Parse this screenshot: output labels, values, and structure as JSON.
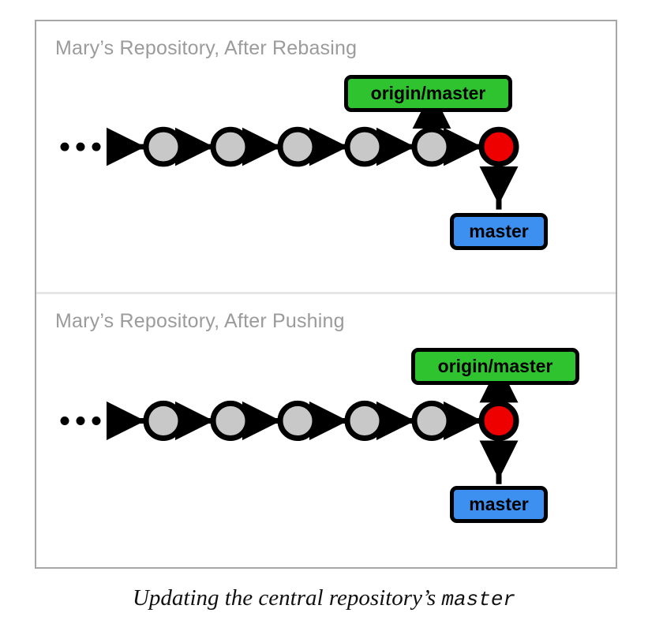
{
  "figure": {
    "caption_prefix": "Updating the central repository’s ",
    "caption_mono": "master",
    "frame_border_color": "#a6a6a6",
    "divider_color": "#e6e6e6",
    "background": "#ffffff"
  },
  "colors": {
    "commit_gray_fill": "#c8c8c8",
    "commit_red_fill": "#ee0000",
    "commit_stroke": "#000000",
    "origin_badge_bg": "#2fc32f",
    "master_badge_bg": "#3d90ef",
    "title_text": "#9b9b9b",
    "arrow": "#000000"
  },
  "panels": [
    {
      "id": "rebasing",
      "title": "Mary’s Repository, After Rebasing",
      "origin_badge": {
        "label": "origin/master",
        "points_to_commit_index": 4
      },
      "master_badge": {
        "label": "master",
        "points_to_commit_index": 5
      },
      "ellipsis": "•••",
      "commits": [
        {
          "index": 0,
          "color": "gray"
        },
        {
          "index": 1,
          "color": "gray"
        },
        {
          "index": 2,
          "color": "gray"
        },
        {
          "index": 3,
          "color": "gray"
        },
        {
          "index": 4,
          "color": "gray"
        },
        {
          "index": 5,
          "color": "red"
        }
      ]
    },
    {
      "id": "pushing",
      "title": "Mary’s Repository, After Pushing",
      "origin_badge": {
        "label": "origin/master",
        "points_to_commit_index": 5
      },
      "master_badge": {
        "label": "master",
        "points_to_commit_index": 5
      },
      "ellipsis": "•••",
      "commits": [
        {
          "index": 0,
          "color": "gray"
        },
        {
          "index": 1,
          "color": "gray"
        },
        {
          "index": 2,
          "color": "gray"
        },
        {
          "index": 3,
          "color": "gray"
        },
        {
          "index": 4,
          "color": "gray"
        },
        {
          "index": 5,
          "color": "red"
        }
      ]
    }
  ]
}
